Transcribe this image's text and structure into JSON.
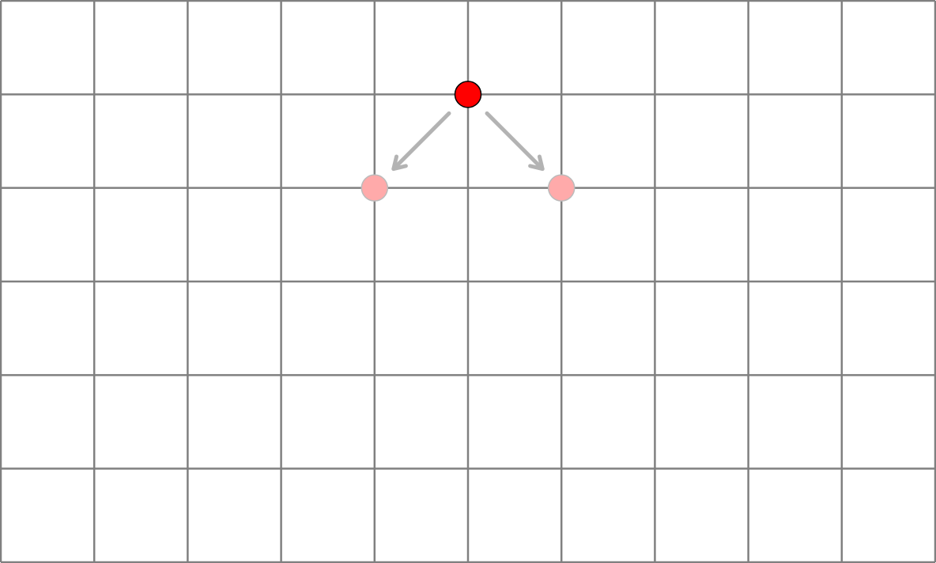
{
  "board": {
    "columns": 10,
    "rows": 6,
    "background_color": "#ffffff",
    "line_color": "#808080"
  },
  "piece": {
    "type": "checker",
    "color": "#ff0000",
    "border_color": "#000000",
    "col": 5,
    "row": 1
  },
  "move_targets": [
    {
      "col": 4,
      "row": 2,
      "color": "#ffaaaa",
      "border_color": "#bbbbbb"
    },
    {
      "col": 6,
      "row": 2,
      "color": "#ffaaaa",
      "border_color": "#bbbbbb"
    }
  ],
  "move_arrows": {
    "color": "#b3b3b3",
    "directions": [
      "down-left",
      "down-right"
    ]
  }
}
